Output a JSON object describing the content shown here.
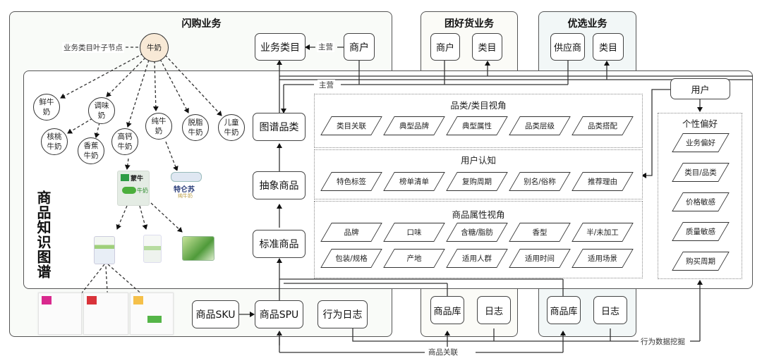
{
  "business_units": {
    "flash": {
      "title": "闪购业务",
      "category_node": "业务类目",
      "merchant_node": "商户",
      "relation_label": "主营",
      "leaf_note": "业务类目叶子节点"
    },
    "tuan": {
      "title": "团好货业务",
      "merchant_node": "商户",
      "category_node": "类目"
    },
    "youxuan": {
      "title": "优选业务",
      "supplier_node": "供应商",
      "category_node": "类目"
    }
  },
  "knowledge_graph": {
    "title": "商品知识图谱",
    "main_relation_label": "主营",
    "taxonomy": {
      "root": "牛奶",
      "children": [
        "鲜牛奶",
        "调味奶",
        "高钙牛奶",
        "纯牛奶",
        "脱脂牛奶",
        "儿童牛奶"
      ],
      "grandchildren": [
        "核桃牛奶",
        "香蕉牛奶"
      ]
    },
    "brands": [
      "蒙牛 高钙牛奶",
      "特仑苏 纯牛奶"
    ],
    "chain": [
      "图谱品类",
      "抽象商品",
      "标准商品"
    ],
    "groups": [
      {
        "title": "品类/类目视角",
        "items": [
          "类目关联",
          "典型品牌",
          "典型属性",
          "品类层级",
          "品类搭配"
        ]
      },
      {
        "title": "用户认知",
        "items": [
          "特色标签",
          "榜单清单",
          "复购周期",
          "别名/俗称",
          "推荐理由"
        ]
      },
      {
        "title": "商品属性视角",
        "items": [
          "品牌",
          "口味",
          "含糖/脂肪",
          "香型",
          "半/未加工",
          "包装/规格",
          "产地",
          "适用人群",
          "适用时间",
          "适用场景"
        ]
      }
    ],
    "user_node": "用户",
    "preference": {
      "title": "个性偏好",
      "items": [
        "业务偏好",
        "类目/品类",
        "价格敏感",
        "质量敏感",
        "购买周期"
      ]
    }
  },
  "bottom": {
    "flash_nodes": [
      "商品SKU",
      "商品SPU",
      "行为日志"
    ],
    "tuan_nodes": [
      "商品库",
      "日志"
    ],
    "youxuan_nodes": [
      "商品库",
      "日志"
    ],
    "product_link_label": "商品关联",
    "behavior_mining_label": "行为数据挖掘"
  },
  "colors": {
    "root_fill": "#f8e9d6",
    "flash_bg": "#f9fbf8",
    "tuan_bg": "#fbfbf7",
    "youxuan_bg": "#f2f7f7",
    "line": "#333333"
  }
}
